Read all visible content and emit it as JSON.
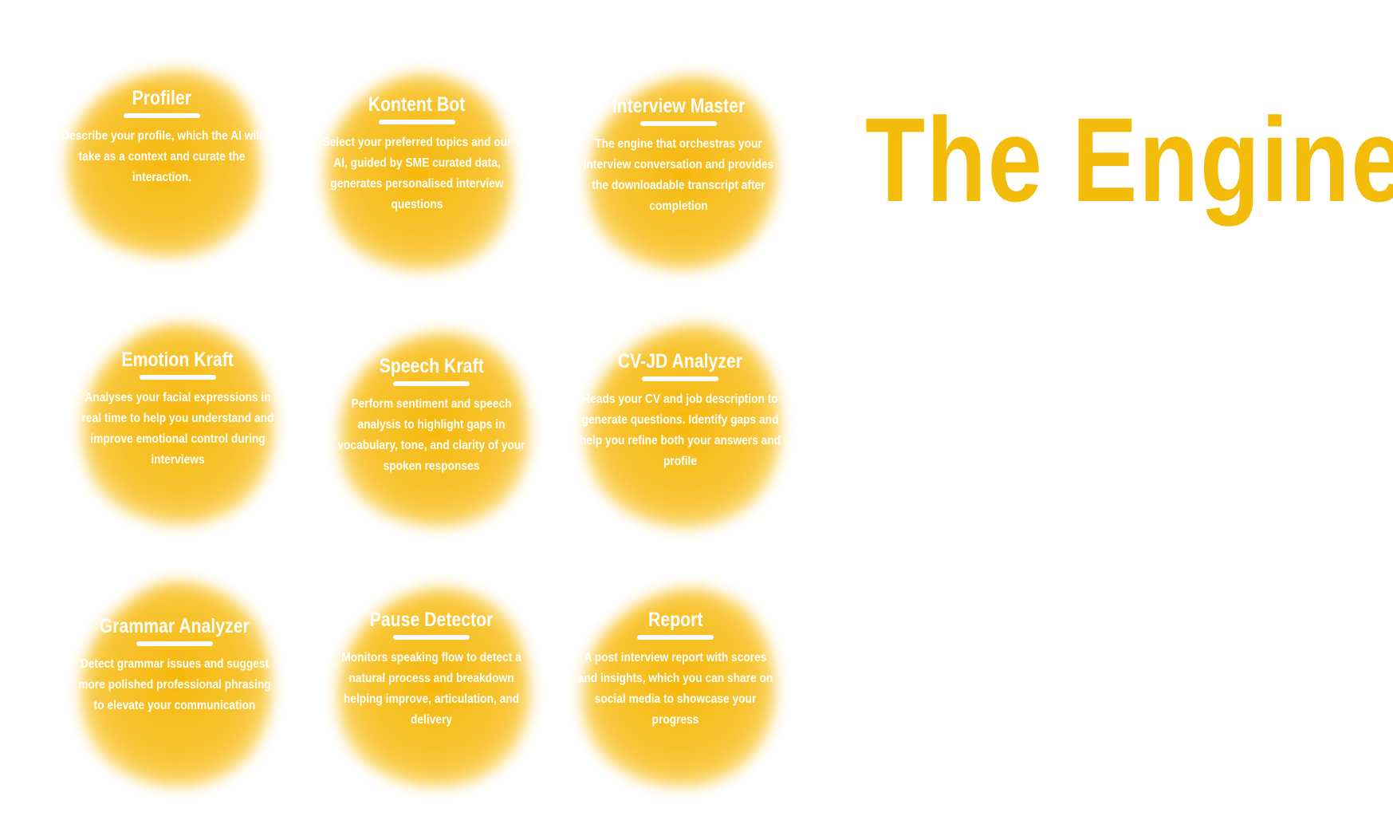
{
  "heading": "The Engines",
  "colors": {
    "accent": "#F3BC0A",
    "blob": "#F7BE1E",
    "text": "#FFFFFF",
    "background": "#FFFFFF"
  },
  "engines": [
    {
      "title": "Profiler",
      "description": "Describe your profile, which the AI will take as a context and curate the interaction."
    },
    {
      "title": "Kontent Bot",
      "description": "Select your preferred topics and our AI, guided by SME curated data, generates personalised interview questions"
    },
    {
      "title": "Interview Master",
      "description": "The engine that orchestras your interview conversation and provides the downloadable transcript after completion"
    },
    {
      "title": "Emotion Kraft",
      "description": "Analyses your facial expressions in real time to help you understand and improve emotional control during interviews"
    },
    {
      "title": "Speech Kraft",
      "description": "Perform sentiment and speech analysis to highlight gaps in vocabulary, tone, and clarity of your spoken responses"
    },
    {
      "title": "CV-JD Analyzer",
      "description": "Reads your CV and job description to generate questions. Identify gaps and help you refine both your answers and profile"
    },
    {
      "title": "Grammar Analyzer",
      "description": "Detect grammar issues and suggest more polished professional phrasing to elevate your communication"
    },
    {
      "title": "Pause Detector",
      "description": "Monitors speaking flow to detect a natural process and breakdown helping improve, articulation, and delivery"
    },
    {
      "title": "Report",
      "description": "A post interview report with scores and insights, which you can share on social media to showcase your progress"
    }
  ]
}
